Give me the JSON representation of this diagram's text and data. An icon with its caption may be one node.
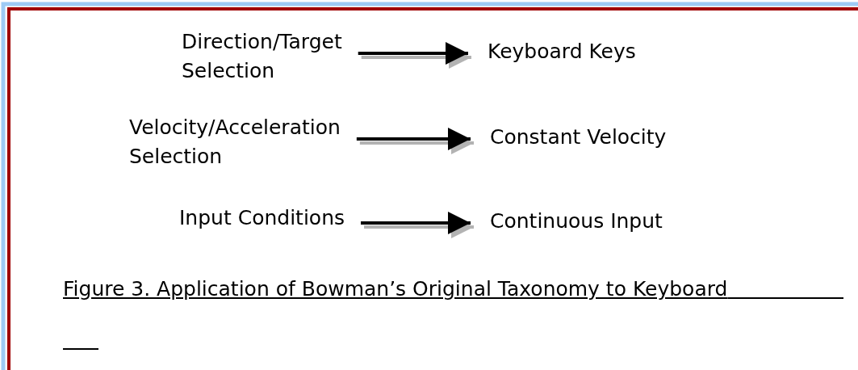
{
  "diagram": {
    "caption": "Figure 3. Application of Bowman’s Original Taxonomy to Keyboard",
    "nodes": [
      {
        "text": [
          "Direction/Target Selection"
        ]
      },
      {
        "text": [
          "Keyboard Keys"
        ]
      },
      {
        "text": [
          "Velocity/Acceleration Selection"
        ]
      },
      {
        "text": [
          "Constant Velocity"
        ]
      },
      {
        "text": [
          "Input Conditions"
        ]
      },
      {
        "text": [
          "Continuous Input"
        ]
      }
    ],
    "edges": [
      {
        "from": 0,
        "to": 1,
        "arrow": "to"
      },
      {
        "from": 2,
        "to": 3,
        "arrow": "to"
      },
      {
        "from": 4,
        "to": 5,
        "arrow": "to"
      }
    ]
  }
}
